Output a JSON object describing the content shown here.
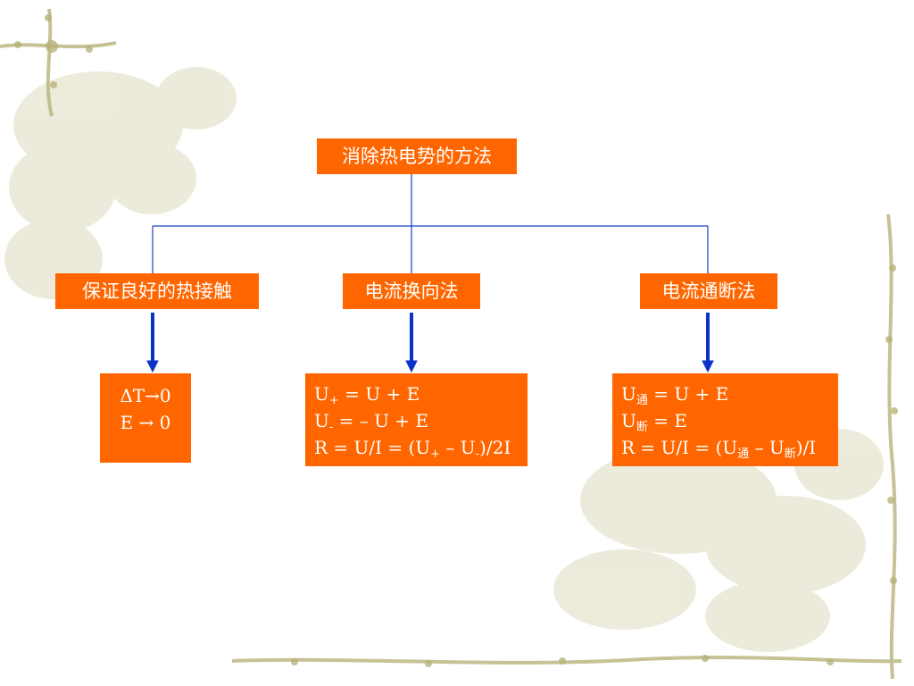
{
  "root": {
    "label": "消除热电势的方法"
  },
  "methods": [
    {
      "label": "保证良好的热接触"
    },
    {
      "label": "电流换向法"
    },
    {
      "label": "电流通断法"
    }
  ],
  "results": {
    "r1": {
      "line1": "ΔT→0",
      "line2": "E → 0"
    },
    "r2": {
      "l1_a": "U",
      "l1_sub": "+",
      "l1_b": " = U + E",
      "l2_a": "U",
      "l2_sub": "-",
      "l2_b": " = – U + E",
      "l3_a": "R = U/I = (U",
      "l3_sub1": "+",
      "l3_b": " – U",
      "l3_sub2": "-",
      "l3_c": ")/2I"
    },
    "r3": {
      "l1_a": "U",
      "l1_sub": "通",
      "l1_b": " = U + E",
      "l2_a": "U",
      "l2_sub": "断",
      "l2_b": " = E",
      "l3_a": "R = U/I = (U",
      "l3_sub1": "通",
      "l3_b": " – U",
      "l3_sub2": "断",
      "l3_c": ")/I"
    }
  },
  "colors": {
    "box_fill": "#ff6600",
    "box_text": "#ffffff",
    "connector": "#1a3cc8",
    "arrow": "#0a32c8"
  }
}
